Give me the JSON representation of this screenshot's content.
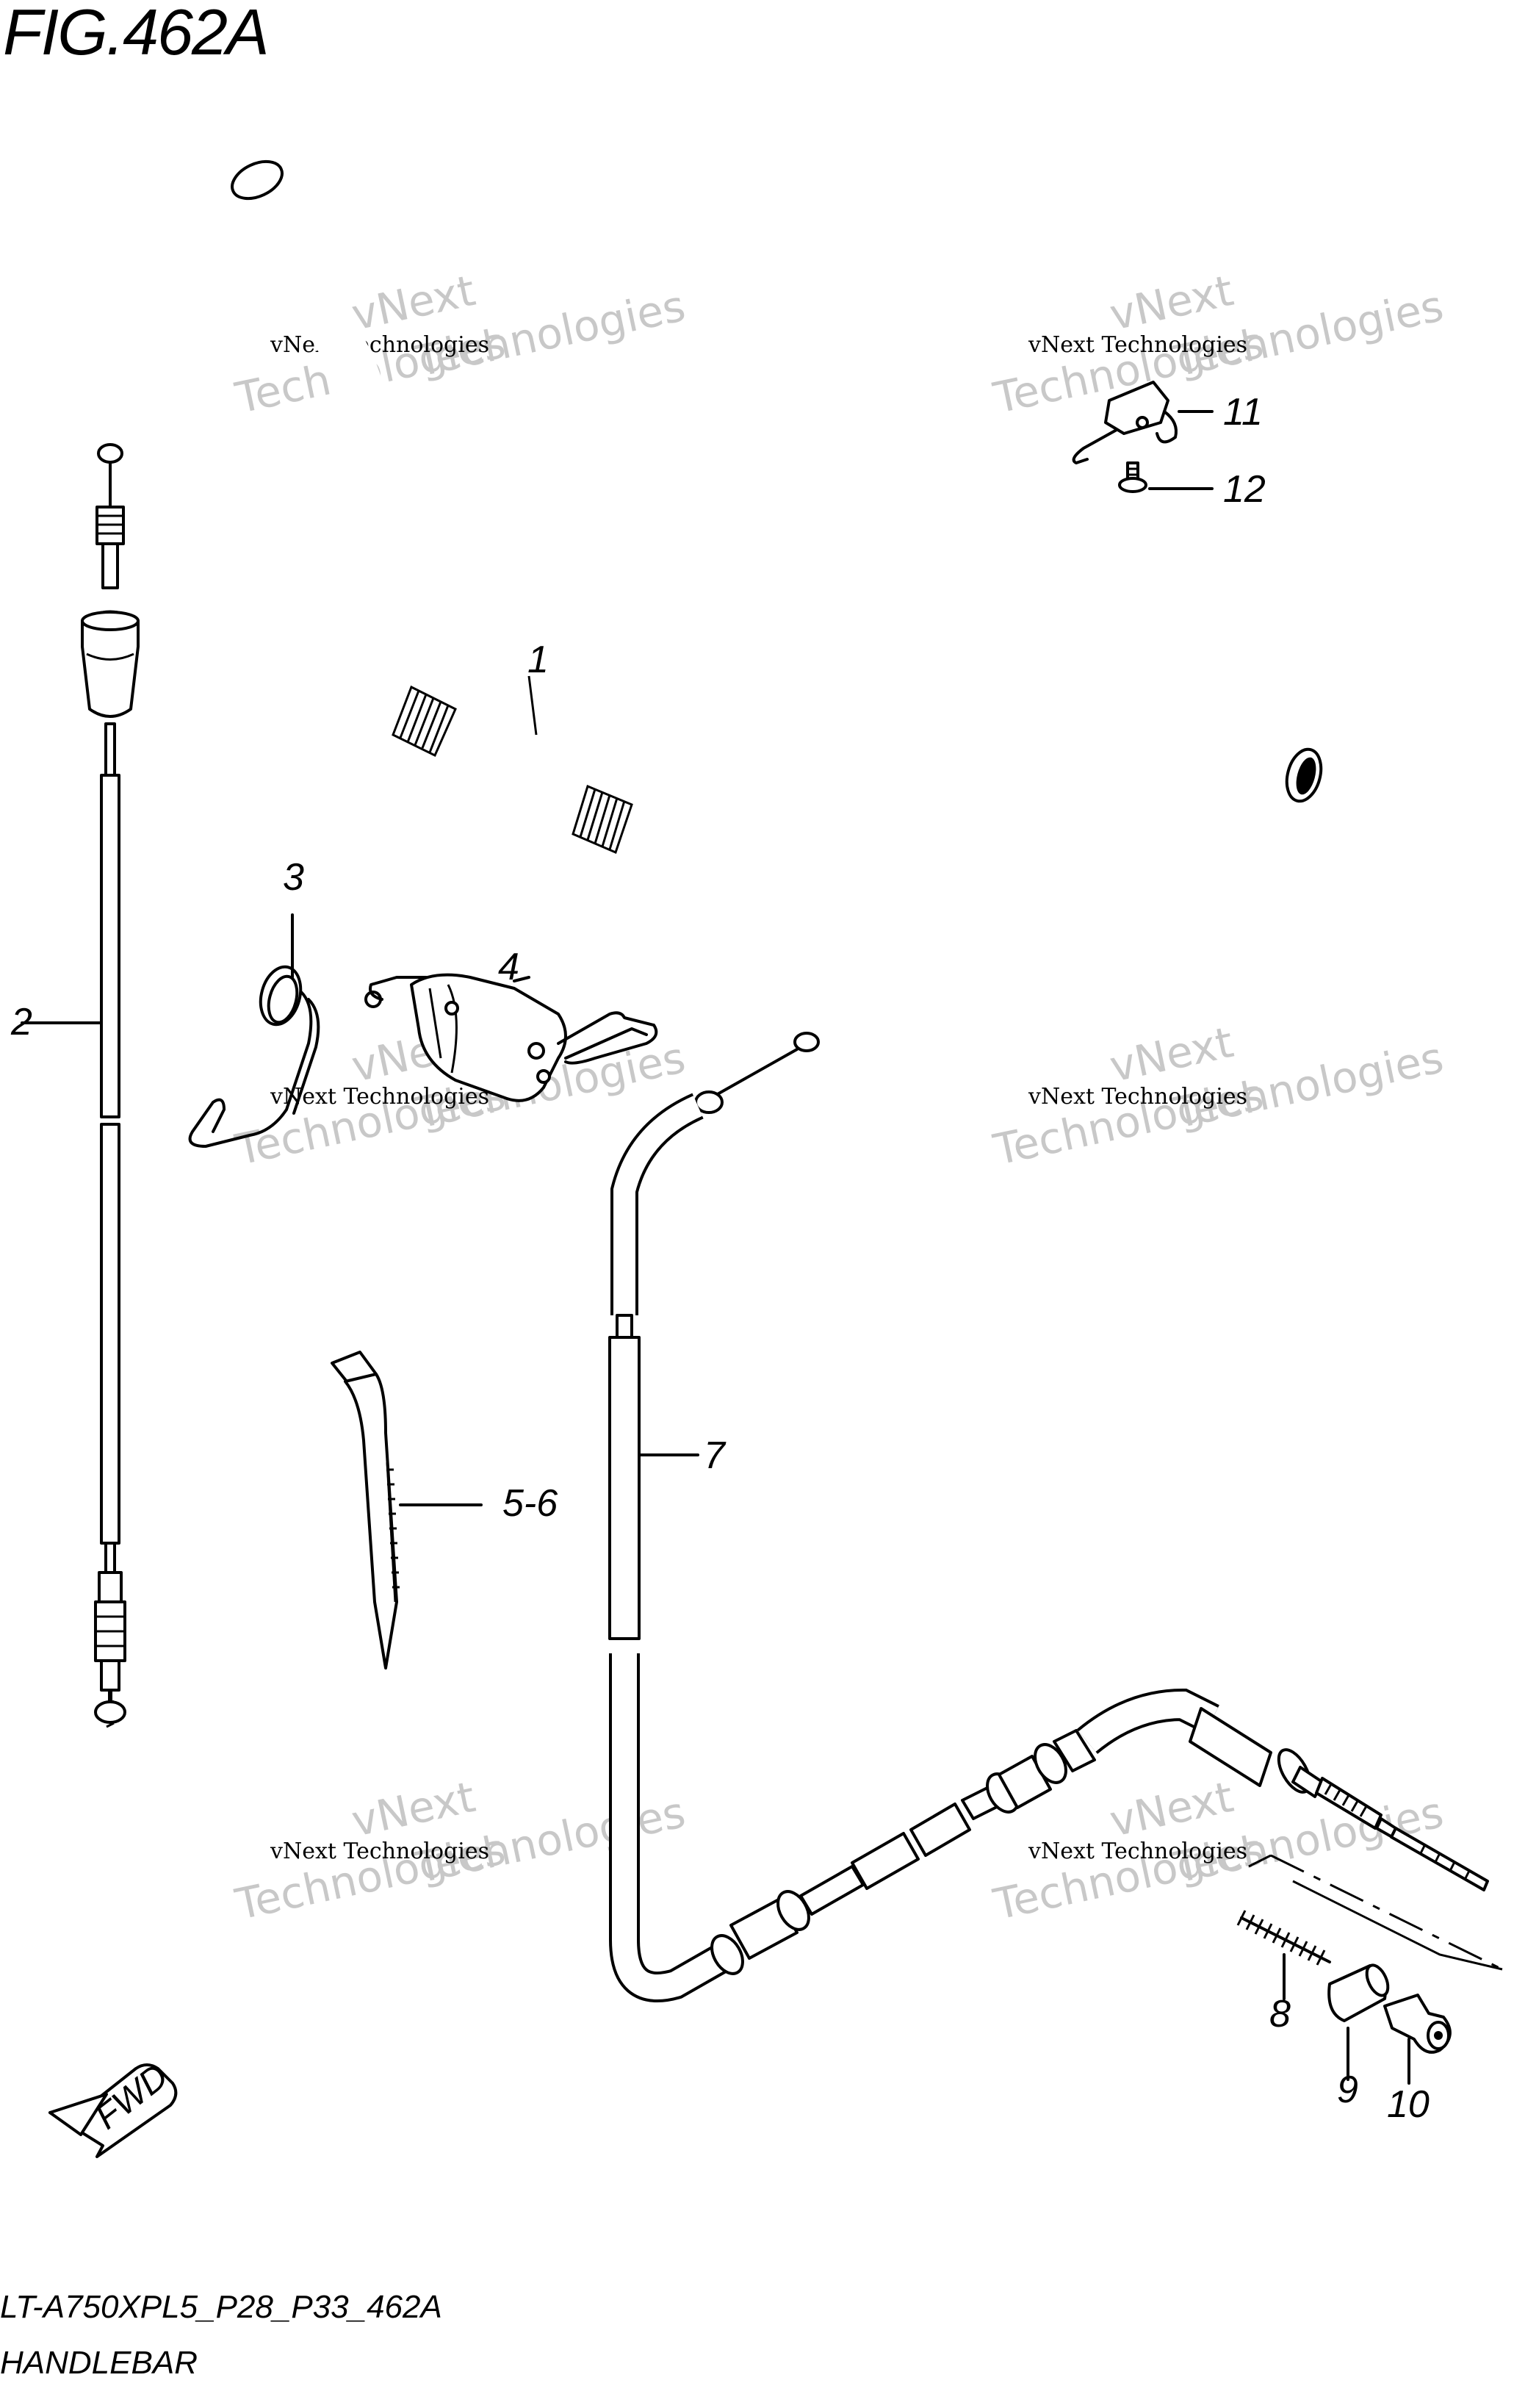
{
  "figure": {
    "title": "FIG.462A",
    "model_code": "LT-A750XPL5_P28_P33_462A",
    "section_name": "HANDLEBAR"
  },
  "watermark": {
    "line1": "vNext Technologies",
    "ghost_a": "vNext",
    "ghost_b": "Technologies"
  },
  "direction_marker": {
    "label": "FWD",
    "icon": "fwd-arrow-icon"
  },
  "callouts": [
    {
      "ref": "1",
      "label": "1"
    },
    {
      "ref": "2",
      "label": "2"
    },
    {
      "ref": "3",
      "label": "3"
    },
    {
      "ref": "4",
      "label": "4"
    },
    {
      "ref": "5-6",
      "label": "5-6"
    },
    {
      "ref": "7",
      "label": "7"
    },
    {
      "ref": "8",
      "label": "8"
    },
    {
      "ref": "9",
      "label": "9"
    },
    {
      "ref": "10",
      "label": "10"
    },
    {
      "ref": "11",
      "label": "11"
    },
    {
      "ref": "12",
      "label": "12"
    }
  ]
}
